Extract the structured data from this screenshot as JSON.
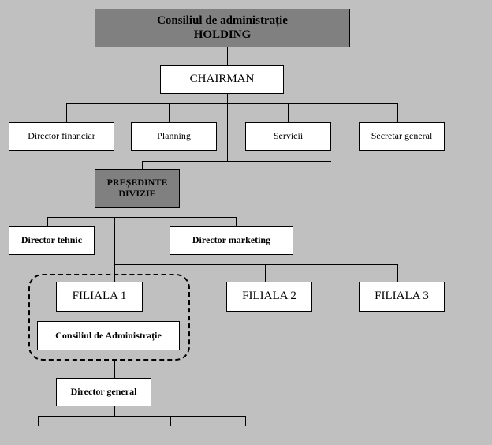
{
  "holding": {
    "line1": "Consiliul de administrație",
    "line2": "HOLDING"
  },
  "chairman": "CHAIRMAN",
  "departments": [
    "Director financiar",
    "Planning",
    "Servicii",
    "Secretar general"
  ],
  "division": {
    "line1": "PREȘEDINTE",
    "line2": "DIVIZIE"
  },
  "division_directors": [
    "Director tehnic",
    "Director marketing"
  ],
  "branches": [
    "FILIALA 1",
    "FILIALA 2",
    "FILIALA 3"
  ],
  "branch_board": "Consiliul de Administrație",
  "general_director": "Director general",
  "colors": {
    "background": "#c0c0c0",
    "dark_box": "#808080",
    "box": "#ffffff",
    "line": "#000000"
  }
}
